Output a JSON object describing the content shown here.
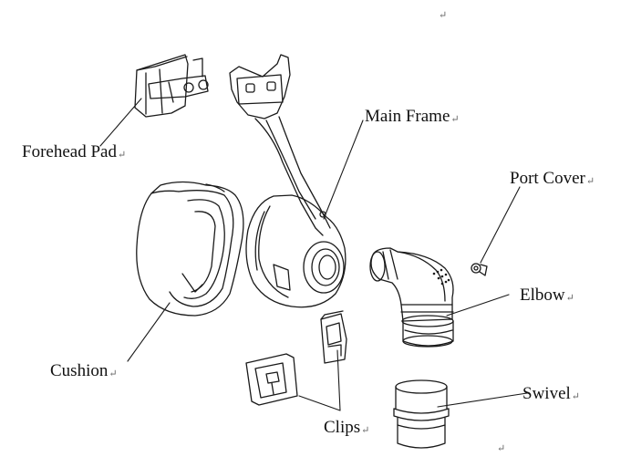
{
  "labels": {
    "forehead_pad": "Forehead Pad",
    "main_frame": "Main Frame",
    "port_cover": "Port Cover",
    "elbow": "Elbow",
    "cushion": "Cushion",
    "swivel": "Swivel",
    "clips": "Clips"
  },
  "paragraph_mark": "↵",
  "colors": {
    "line": "#1a1a1a",
    "background": "#ffffff"
  }
}
